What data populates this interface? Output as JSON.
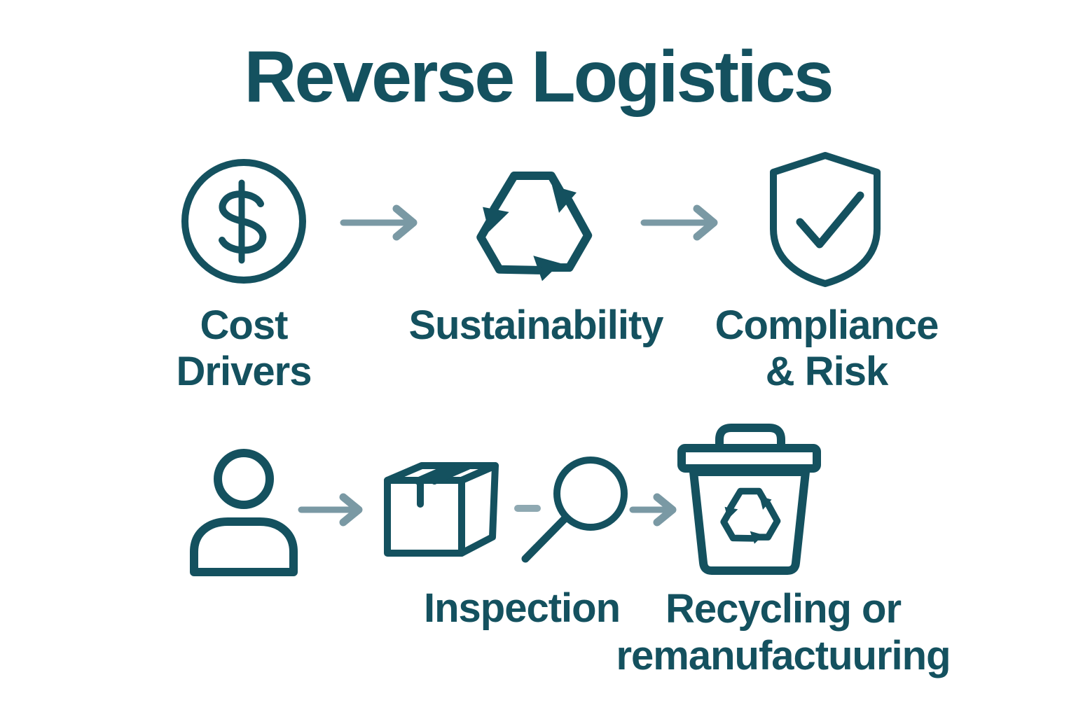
{
  "title": "Reverse Logistics",
  "colors": {
    "ink": "#14515F",
    "arrow": "#7A99A4",
    "dash": "#8FA9B2",
    "background": "#FFFFFF"
  },
  "top_flow": {
    "steps": [
      {
        "icon": "dollar-circle-icon",
        "label_line1": "Cost",
        "label_line2": "Drivers"
      },
      {
        "icon": "recycle-arrows-icon",
        "label_line1": "Sustainability",
        "label_line2": ""
      },
      {
        "icon": "shield-check-icon",
        "label_line1": "Compliance",
        "label_line2": "& Risk"
      }
    ],
    "connectors": [
      "flow-arrow",
      "flow-arrow"
    ]
  },
  "bottom_flow": {
    "person_icon": "person-icon",
    "box_icon": "package-box-icon",
    "magnifier_icon": "magnifying-glass-icon",
    "bin_icon": "recycling-bin-icon",
    "connectors": [
      "flow-arrow",
      "dash-connector",
      "flow-arrow"
    ],
    "inspection_label": "Inspection",
    "recycling_label_line1": "Recycling or",
    "recycling_label_line2": "remanufactuuring"
  }
}
